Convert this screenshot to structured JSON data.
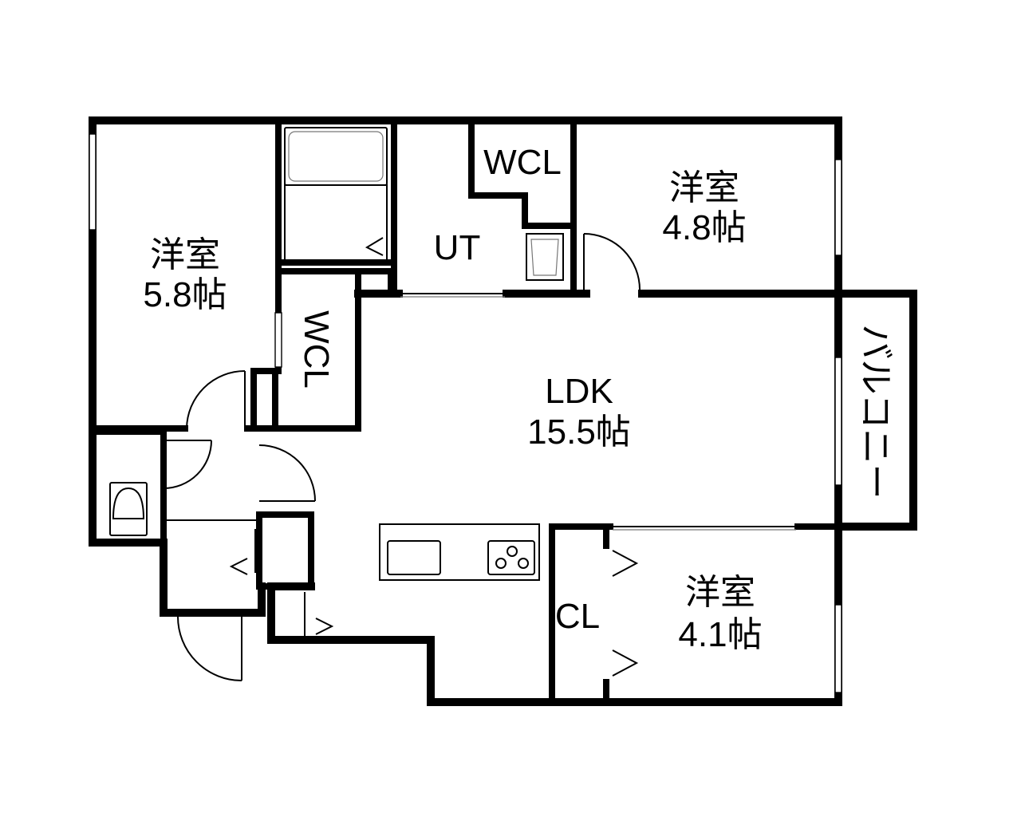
{
  "rooms": {
    "bedroom_a": {
      "name": "洋室",
      "size": "5.8帖"
    },
    "bedroom_b": {
      "name": "洋室",
      "size": "4.8帖"
    },
    "bedroom_c": {
      "name": "洋室",
      "size": "4.1帖"
    },
    "ldk": {
      "name": "LDK",
      "size": "15.5帖"
    },
    "utility": {
      "name": "UT"
    },
    "wcl_top": {
      "name": "WCL"
    },
    "wcl_middle": {
      "name": "WCL"
    },
    "closet": {
      "name": "CL"
    },
    "balcony": {
      "name": "バルコニー"
    }
  }
}
